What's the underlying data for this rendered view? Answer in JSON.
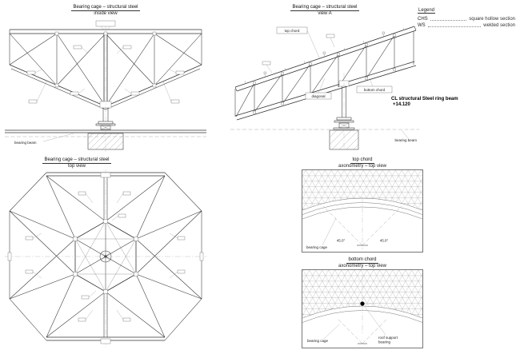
{
  "sheet": {
    "background": "#ffffff",
    "ink": "#333333"
  },
  "legend": {
    "title": "Legend",
    "items": [
      {
        "abbr": "CHS",
        "desc": "square hollow section"
      },
      {
        "abbr": "WS",
        "desc": "welded section"
      }
    ]
  },
  "drawings": {
    "inside_view": {
      "title": "Bearing cage – structural steel",
      "subtitle": "inside view",
      "bearing_beam": "bearing beam"
    },
    "view_a": {
      "title": "Bearing cage – structural steel",
      "subtitle": "view A",
      "labels": {
        "top_chord": "top chord",
        "diagonal": "diagonal",
        "bottom_chord": "bottom chord"
      },
      "bearing_beam": "bearing beam",
      "annotation": {
        "line1": "CL structural Steel ring beam",
        "line2": "+14.120"
      }
    },
    "top_view": {
      "title": "Bearing cage – structural steel",
      "subtitle": "top view"
    }
  },
  "panels": {
    "top_chord": {
      "title": "top chord",
      "subtitle": "axonometry – top view",
      "angle_left": "45.0°",
      "angle_right": "45.0°",
      "bearing_cage": "bearing cage"
    },
    "bottom_chord": {
      "title": "bottom chord",
      "subtitle": "axonometry – top view",
      "bearing_cage": "bearing cage",
      "roof_support_line1": "roof support",
      "roof_support_line2": "bearing"
    }
  }
}
